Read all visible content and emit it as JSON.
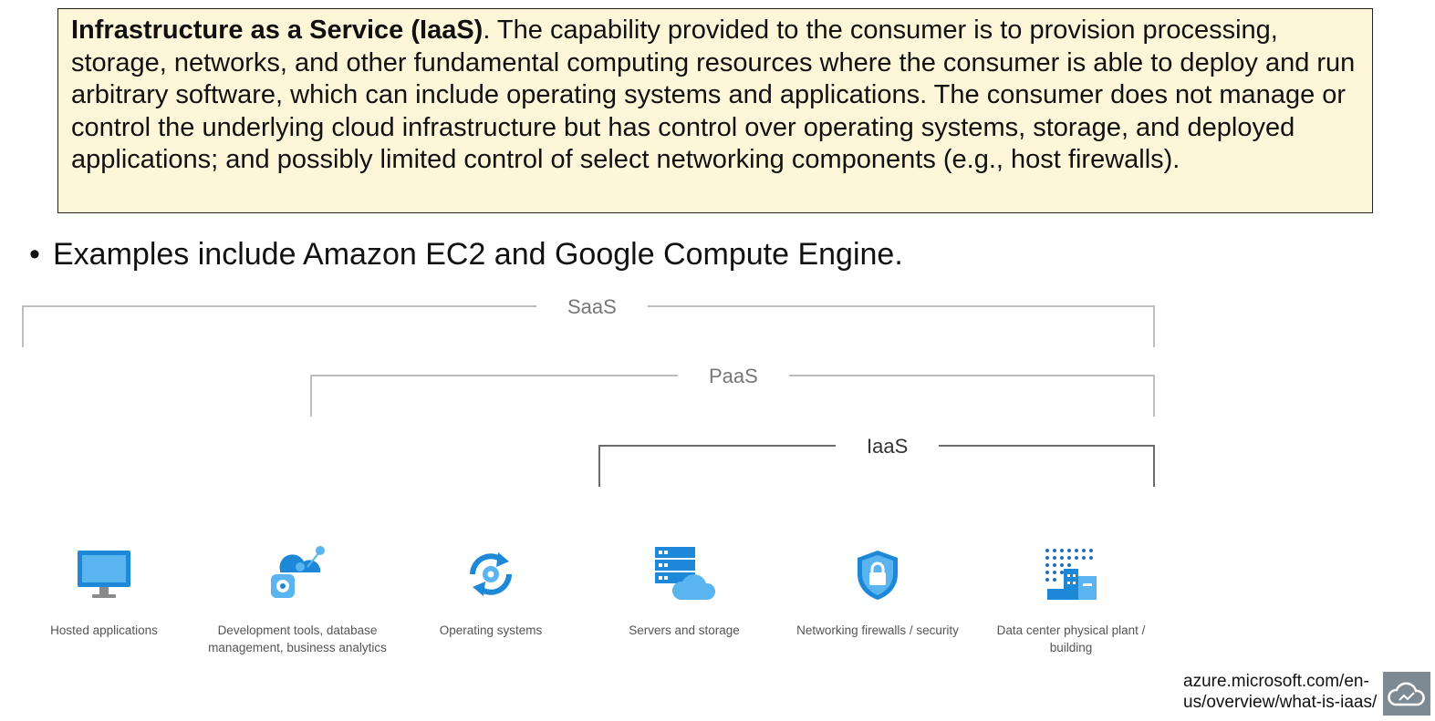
{
  "definition": {
    "term": "Infrastructure as a Service (IaaS)",
    "text": ". The capability provided to the consumer is to provision processing, storage, networks, and other fundamental computing resources where the consumer is able to deploy and run arbitrary software, which can include operating systems and applications. The consumer does not manage or control the underlying cloud infrastructure but has control over operating systems, storage, and deployed applications; and possibly limited control of select networking components (e.g., host firewalls)."
  },
  "bullet": {
    "marker": "•",
    "text": "Examples include Amazon EC2 and Google Compute Engine."
  },
  "diagram": {
    "brackets": {
      "saas": "SaaS",
      "paas": "PaaS",
      "iaas": "IaaS"
    },
    "items": [
      {
        "label": "Hosted applications",
        "icon": "monitor-icon"
      },
      {
        "label": "Development tools, database management, business analytics",
        "icon": "dev-tools-icon"
      },
      {
        "label": "Operating systems",
        "icon": "refresh-gear-icon"
      },
      {
        "label": "Servers and storage",
        "icon": "server-cloud-icon"
      },
      {
        "label": "Networking firewalls / security",
        "icon": "shield-lock-icon"
      },
      {
        "label": "Data center physical plant / building",
        "icon": "building-icon"
      }
    ],
    "colors": {
      "accent": "#1e88d8",
      "accent_light": "#5ab4f0",
      "bracket": "#bdbdbd"
    }
  },
  "source": {
    "line1": "azure.microsoft.com/en-",
    "line2": "us/overview/what-is-iaas/"
  },
  "corner_button": {
    "icon": "cloud-icon"
  }
}
